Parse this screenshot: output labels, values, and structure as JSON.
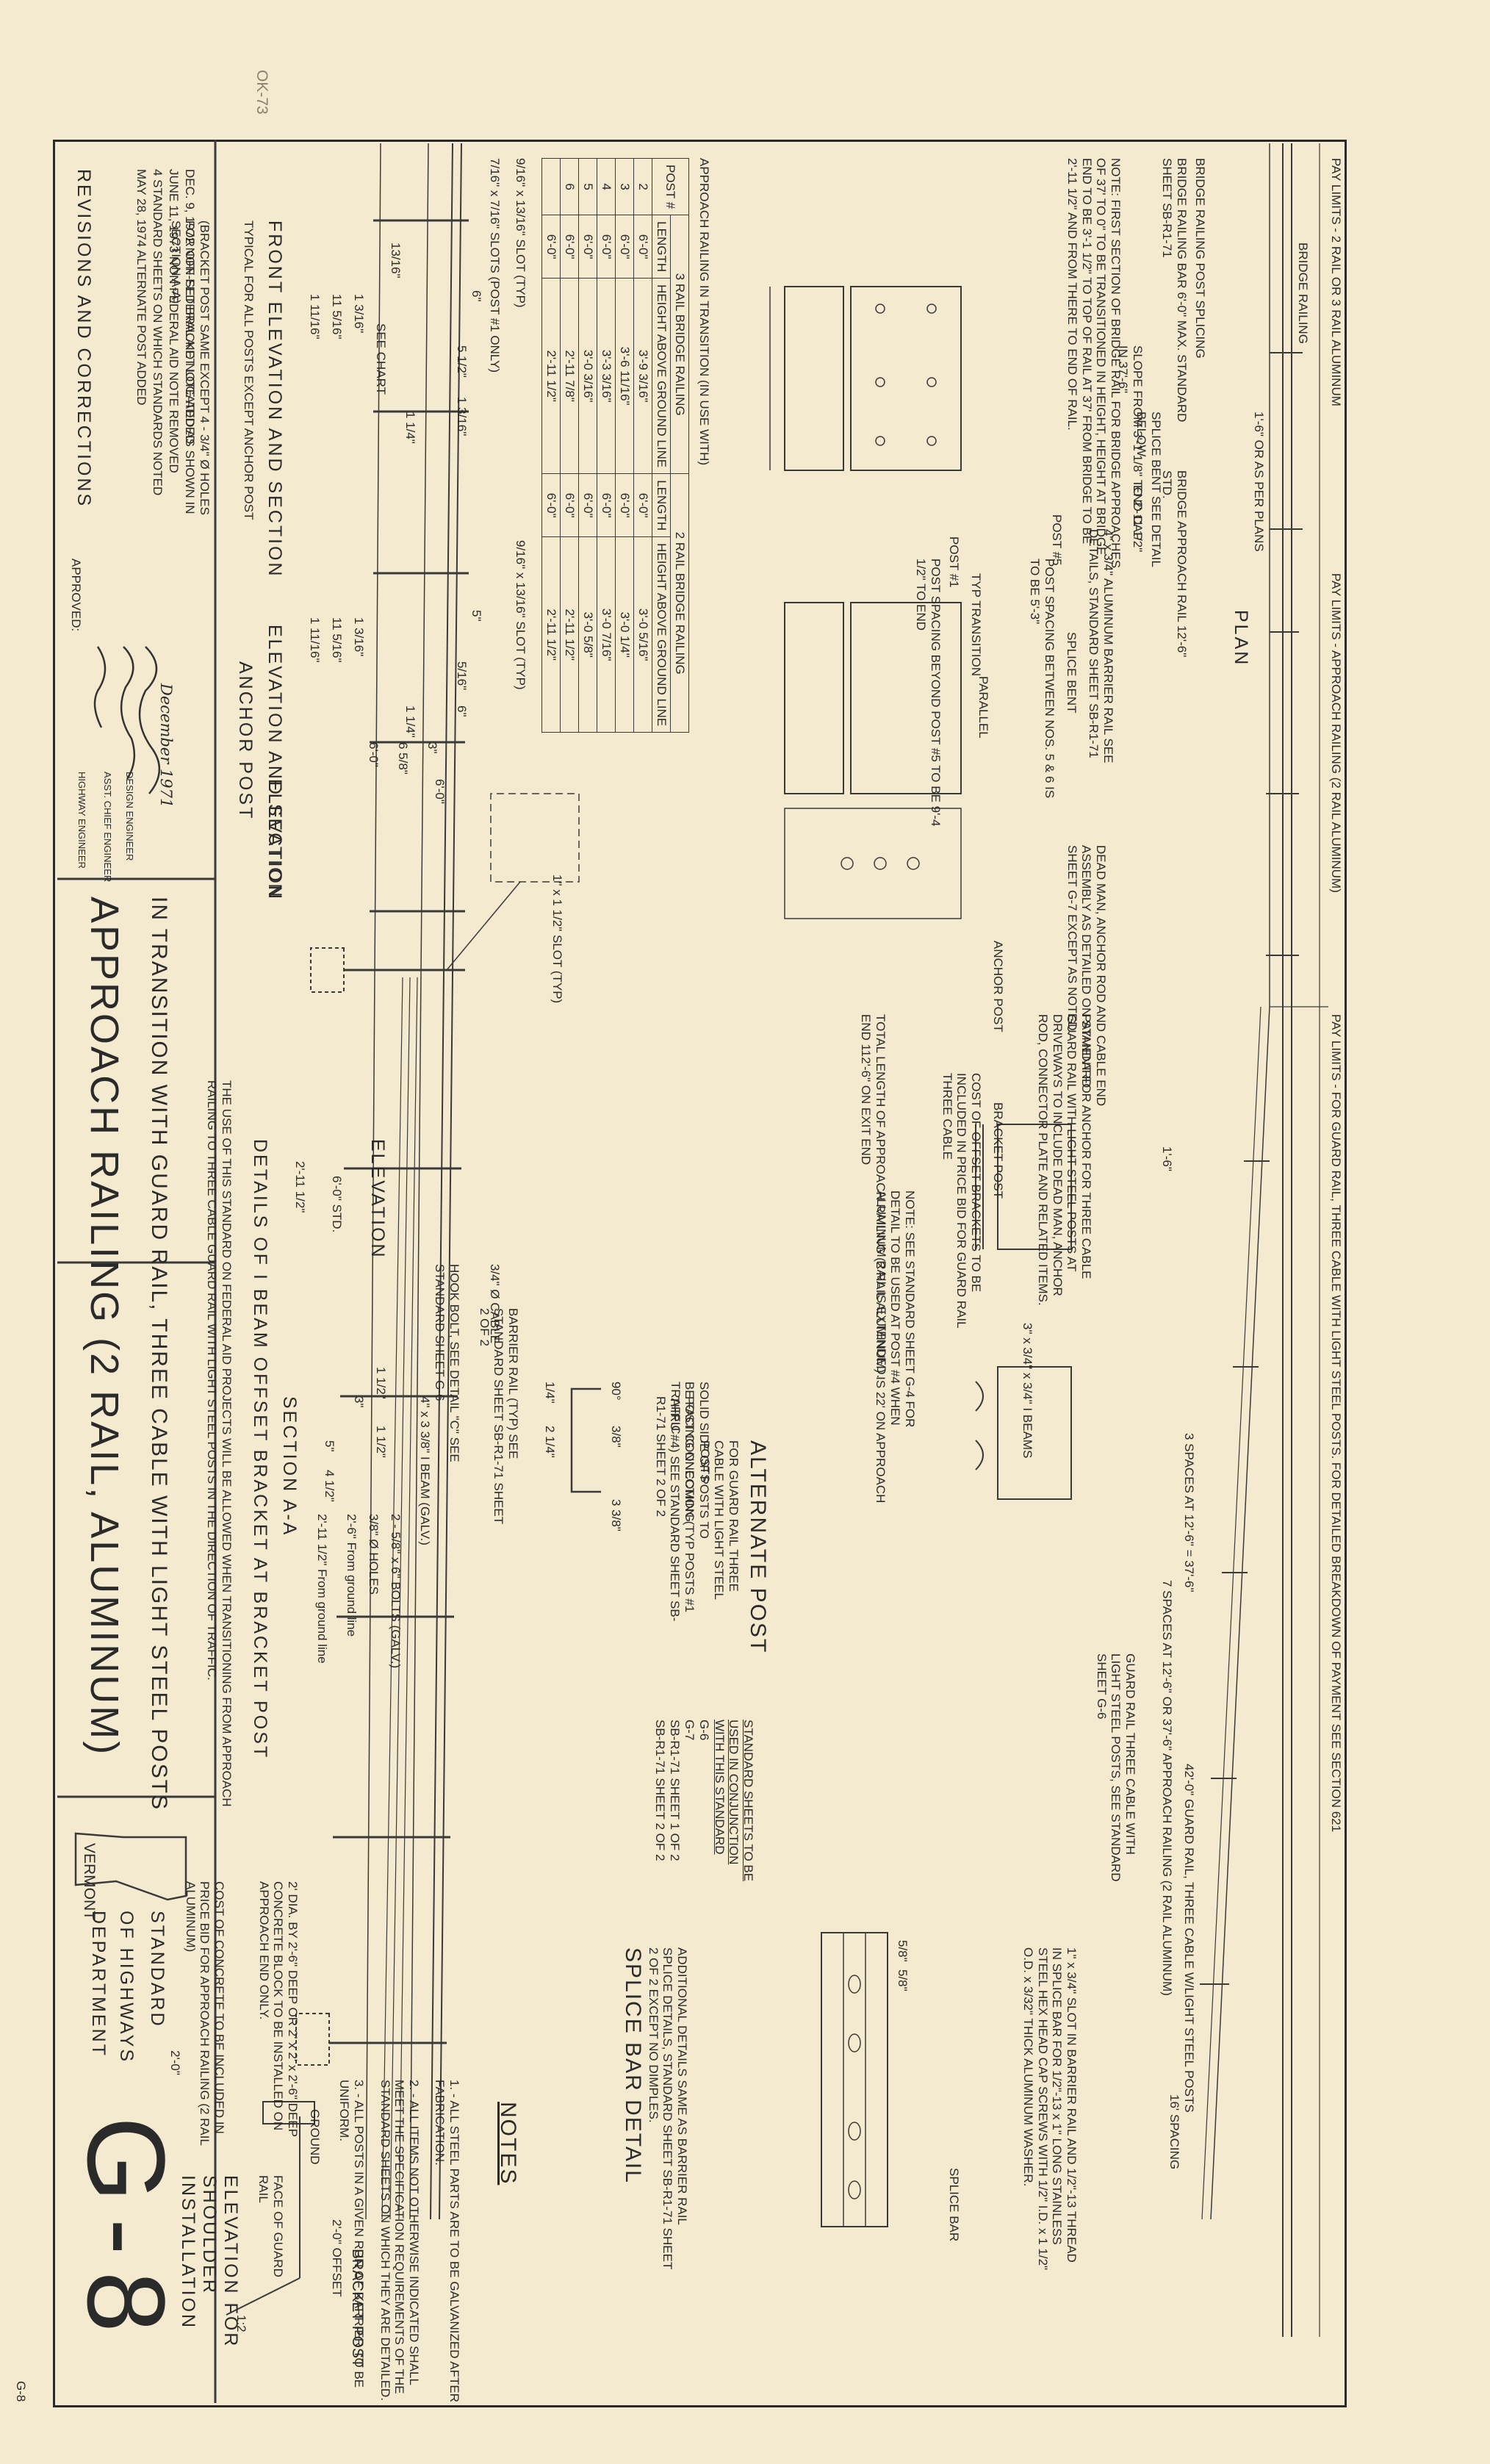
{
  "stamp": "OK-73",
  "revisions": {
    "heading": "REVISIONS AND CORRECTIONS",
    "entries": [
      "DEC. 9, 1972 NON FEDERAL AID NOTE ADDED",
      "JUNE 11, 1973 NON FEDERAL AID NOTE REMOVED",
      "4 STANDARD SHEETS ON WHICH STANDARDS NOTED",
      "MAY 28, 1974 ALTERNATE POST ADDED"
    ]
  },
  "approval": {
    "label": "APPROVED:",
    "date": "December 1971",
    "titles": [
      "DESIGN ENGINEER",
      "ASST. CHIEF ENGINEER",
      "HIGHWAY ENGINEER"
    ]
  },
  "title": {
    "main": "APPROACH RAILING (2 RAIL, ALUMINUM)",
    "sub": "IN TRANSITION WITH GUARD RAIL, THREE CABLE WITH LIGHT STEEL POSTS"
  },
  "agency": {
    "state": "VERMONT",
    "line1": "DEPARTMENT",
    "line2": "OF HIGHWAYS",
    "line3": "STANDARD",
    "sheet_no": "G-8"
  },
  "top_labels": {
    "pay_limits_bridge": "PAY LIMITS - 2 RAIL OR 3 RAIL ALUMINUM",
    "bridge_railing": "BRIDGE RAILING",
    "pay_limits_approach": "PAY LIMITS - APPROACH RAILING (2 RAIL ALUMINUM)",
    "pay_limits_guard": "PAY LIMITS - FOR GUARD RAIL, THREE CABLE WITH LIGHT STEEL POSTS. FOR DETAILED BREAKDOWN OF PAYMENT SEE SECTION 621",
    "as_per_plans": "1'-6\" OR AS PER PLANS",
    "plan": "PLAN",
    "elevation": "ELEVATION"
  },
  "plan_notes": [
    "NOTE: FIRST SECTION OF BRIDGE RAIL FOR BRIDGE APPROACHES OF 37' TO 0\" TO BE TRANSITIONED IN HEIGHT, HEIGHT AT BRIDGE END TO BE 3'-1 1/2\" TO TOP OF RAIL AT 37' FROM BRIDGE TO BE 2'-11 1/2\" AND FROM THERE TO END OF RAIL.",
    "BRIDGE RAILING POST SPLICING",
    "BRIDGE RAILING BAR 6'-0\" MAX. STANDARD SHEET SB-R1-71",
    "SLOPE FROM 3'-1 1/8\" TO 2'-11 1/2\" IN 37'-6\"",
    "BRIDGE APPROACH RAIL 12'-6\" STD.",
    "SPLICE BENT SEE DETAIL BELOW",
    "END CAP",
    "4\" x 3/4\" ALUMINUM BARRIER RAIL SEE DETAILS, STANDARD SHEET SB-R1-71",
    "POST SPACING BETWEEN NOS. 5 & 6 IS TO BE 5'-3\"",
    "SPLICE BENT",
    "TYP TRANSITION",
    "PARALLEL",
    "POST #1",
    "POST #5",
    "POST SPACING BEYOND POST #5 TO BE 9'-4 1/2\" TO END",
    "DEAD MAN, ANCHOR ROD AND CABLE END ASSEMBLY AS DETAILED ON STANDARD SHEET G-7 EXCEPT AS NOTED.",
    "ANCHOR POST",
    "BRACKET POST",
    "3\" x 3/4\" x 3/4\" I BEAMS"
  ],
  "dimensions": {
    "total_length": "TOTAL LENGTH OF APPROACH RAILING (2 RAIL ALUMINUM) IS 22' ON APPROACH END 112'-6\" ON EXIT END",
    "spaces_12": "3 SPACES AT 12'-6\" = 37'-6\"",
    "spaces_7": "7 SPACES AT 12'-6\" OR 37'-6\" APPROACH RAILING (2 RAIL ALUMINUM)",
    "guard_42": "42'-0\" GUARD RAIL, THREE CABLE W/LIGHT STEEL POSTS",
    "spacing_16": "16' SPACING",
    "guard_ref": "GUARD RAIL THREE CABLE WITH LIGHT STEEL POSTS, SEE STANDARD SHEET G-6",
    "payment_note": "PAYMENT FOR ANCHOR FOR THREE CABLE GUARD RAIL WITH LIGHT STEEL POSTS AT DRIVEWAYS TO INCLUDE DEAD MAN, ANCHOR ROD, CONNECTOR PLATE AND RELATED ITEMS.",
    "cost_note": "COST OF OFFSET BRACKETS TO BE INCLUDED IN PRICE BID FOR GUARD RAIL THREE CABLE",
    "std_sheet_note": "NOTE: SEE STANDARD SHEET G-4 FOR DETAIL TO BE USED AT POST #4 WHEN ALUMINUM RAIL IS EXTENDED.",
    "dia_note": "2' DIA. BY 2'-6\" DEEP OR 2' x 2' x 2'-6\" DEEP CONCRETE BLOCK TO BE INSTALLED ON APPROACH END ONLY.",
    "concrete_cost": "COST OF CONCRETE TO BE INCLUDED IN PRICE BID FOR APPROACH RAILING (2 RAIL ALUMINUM)",
    "dim_1_6": "1'-6\"",
    "dim_2_0": "2'-0\"",
    "dim_6_0": "6'-0\"",
    "dim_2_11": "2'-11 1/2\"",
    "dim_6_std": "6'-0\" STD."
  },
  "chart": {
    "caption": "APPROACH RAILING IN TRANSITION (IN USE WITH)",
    "group_a": "3 RAIL BRIDGE RAILING",
    "group_b": "2 RAIL BRIDGE RAILING",
    "col_post": "POST #",
    "col_length": "LENGTH",
    "col_height": "HEIGHT ABOVE GROUND LINE",
    "rows": [
      {
        "post": "2",
        "len_a": "6'-0\"",
        "ht_a": "3'-9 3/16\"",
        "len_b": "6'-0\"",
        "ht_b": "3'-0 5/16\""
      },
      {
        "post": "3",
        "len_a": "6'-0\"",
        "ht_a": "3'-6 11/16\"",
        "len_b": "6'-0\"",
        "ht_b": "3'-0 1/4\""
      },
      {
        "post": "4",
        "len_a": "6'-0\"",
        "ht_a": "3'-3 3/16\"",
        "len_b": "6'-0\"",
        "ht_b": "3'-0 7/16\""
      },
      {
        "post": "5",
        "len_a": "6'-0\"",
        "ht_a": "3'-0 3/16\"",
        "len_b": "6'-0\"",
        "ht_b": "3'-0 5/8\""
      },
      {
        "post": "6",
        "len_a": "6'-0\"",
        "ht_a": "2'-11 7/8\"",
        "len_b": "6'-0\"",
        "ht_b": "2'-11 1/2\""
      },
      {
        "post": "",
        "len_a": "6'-0\"",
        "ht_a": "2'-11 1/2\"",
        "len_b": "6'-0\"",
        "ht_b": "2'-11 1/2\""
      }
    ]
  },
  "front_elevation": {
    "title": "FRONT ELEVATION AND SECTION",
    "subtitle": "TYPICAL FOR ALL POSTS EXCEPT ANCHOR POST",
    "slot_a": "9/16\" x 13/16\" SLOT (TYP)",
    "slot_b": "7/16\" x 7/16\" SLOTS (POST #1 ONLY)",
    "see_chart": "SEE CHART",
    "dims": [
      "6\"",
      "1 11/16\"",
      "11 5/16\"",
      "1 3/16\"",
      "5 1/2\"",
      "1 3/16\"",
      "1 1/4\"",
      "13/16\""
    ],
    "bracket_note": "(BRACKET POST SAME EXCEPT 4 - 3/4\" Ø HOLES FOR OFF-SET BRACKET LOCATED AS SHOWN IN SECTION A-A)"
  },
  "anchor_post": {
    "title": "ELEVATION AND SECTION",
    "subtitle": "ANCHOR POST",
    "slot_a": "9/16\" x 13/16\" SLOT (TYP)",
    "slot_b": "1\" x 1 1/2\" SLOT (TYP)",
    "dims": [
      "5\"",
      "1 11/16\"",
      "11 5/16\"",
      "1 3/16\"",
      "5/16\"",
      "3\"",
      "6 5/8\"",
      "6'-0\"",
      "6\"",
      "1 1/4\""
    ]
  },
  "bracket_detail": {
    "elevation": "ELEVATION",
    "section": "SECTION A-A",
    "caption": "DETAILS OF I BEAM OFFSET BRACKET AT BRACKET POST",
    "barrier_rail": "BARRIER RAIL (TYP) SEE STANDARD SHEET SB-R1-71 SHEET 2 OF 2",
    "hook_bolt": "HOOK BOLT, SEE DETAIL \"C\" SEE STANDARD SHEET G-6",
    "cable": "3/4\" Ø CABLE",
    "post_conn": "POST CONNECTION (TYP POSTS #1 THRU #4) SEE STANDARD SHEET SB-R1-71 SHEET 2 OF 2",
    "beam": "4\" x 3 3/8\" I BEAM (GALV.)",
    "bolts": "2 - 5/8\" x 6\" BOLTS (GALV.)",
    "holes": "3/8\" Ø HOLES",
    "ground_a": "2'-6\" From ground line",
    "ground_b": "2'-11 1/2\" From ground line",
    "dims": [
      "1 1/2\"",
      "3\"",
      "1 1/2\"",
      "5\"",
      "4 1/2\""
    ]
  },
  "usage_note": "THE USE OF THIS STANDARD ON FEDERAL AID PROJECTS WILL BE ALLOWED WHEN TRANSITIONING FROM APPROACH RAILING TO THREE CABLE GUARD RAIL WITH LIGHT STEEL POSTS IN THE DIRECTION OF TRAFFIC.",
  "alternate_post": {
    "title": "ALTERNATE POST",
    "subtitle": "FOR GUARD RAIL THREE CABLE WITH LIGHT STEEL POSTS",
    "note": "SOLID SIDE OF POSTS TO BE FACING ONCOMING TRAFFIC",
    "dims": [
      "1/4\"",
      "2 1/4\"",
      "3/8\"",
      "3 3/8\"",
      "90°"
    ]
  },
  "std_sheets": {
    "title": "STANDARD SHEETS TO BE USED IN CONJUNCTION WITH THIS STANDARD",
    "sheets": [
      "G-6",
      "G-7",
      "SB-R1-71 SHEET 1 OF 2",
      "SB-R1-71 SHEET 2 OF 2"
    ]
  },
  "splice": {
    "title": "SPLICE BAR DETAIL",
    "note": "ADDITIONAL DETAILS SAME AS BARRIER RAIL SPLICE DETAILS, STANDARD SHEET SB-R1-71 SHEET 2 OF 2 EXCEPT NO DIMPLES.",
    "label": "SPLICE BAR",
    "bolt_note": "1\" x 3/4\" SLOT IN BARRIER RAIL AND 1/2\"-13 THREAD IN SPLICE BAR FOR 1/2\"-13 x 1\" LONG STAINLESS STEEL HEX HEAD CAP SCREWS WITH 1/2\" I.D. x 1 1/2\" O.D. x 3/32\" THICK ALUMINUM WASHER.",
    "dims": [
      "5/8\"",
      "5/8\""
    ]
  },
  "notes": {
    "title": "NOTES",
    "items": [
      "1. - ALL STEEL PARTS ARE TO BE GALVANIZED AFTER FABRICATION.",
      "2. - ALL ITEMS NOT OTHERWISE INDICATED SHALL MEET THE SPECIFICATION REQUIREMENTS OF THE STANDARD SHEETS ON WHICH THEY ARE DETAILED.",
      "3. - ALL POSTS IN A GIVEN RUN OF BARRIER TO BE UNIFORM."
    ]
  },
  "shoulder": {
    "title": "ELEVATION FOR SHOULDER INSTALLATION",
    "bracket_post": "BRACKET POST",
    "face": "FACE OF GUARD RAIL",
    "offset": "2'-0\" OFFSET",
    "ground": "GROUND",
    "slope": "1:2"
  },
  "corner_mark": "G-8"
}
